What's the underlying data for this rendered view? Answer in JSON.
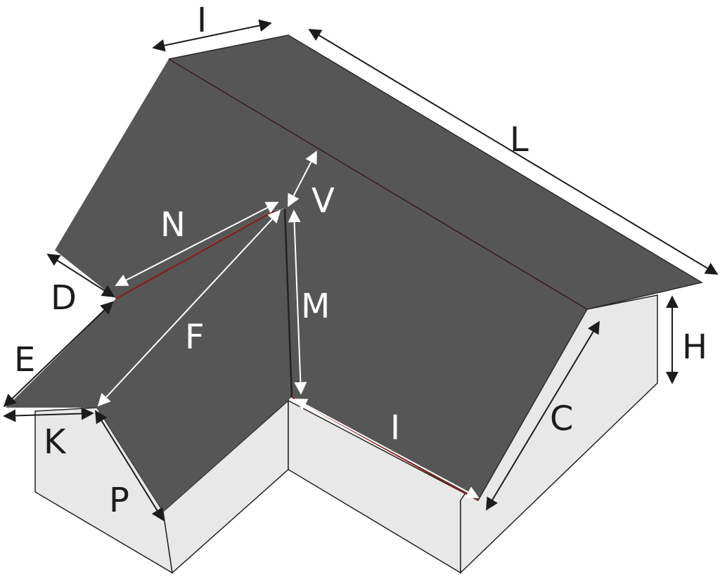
{
  "colors": {
    "roof": "#565656",
    "wall": "#e8e8e8",
    "outline": "#222222",
    "dimension_dark": "#1c1c1c",
    "dimension_light": "#ffffff",
    "accent": "#8b1a1a"
  },
  "labels": {
    "I_top": "I",
    "L": "L",
    "V": "V",
    "N": "N",
    "D": "D",
    "M": "M",
    "F": "F",
    "E": "E",
    "K": "K",
    "P": "P",
    "I_bottom": "I",
    "C": "C",
    "H": "H"
  }
}
